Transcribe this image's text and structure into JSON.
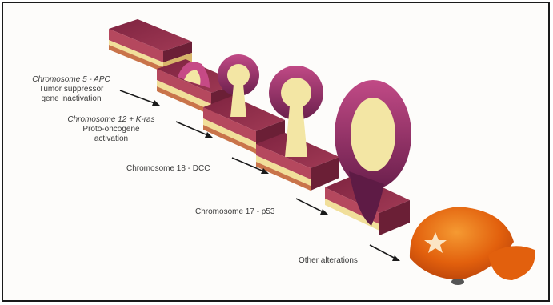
{
  "labels": {
    "step1": {
      "line1": "Chromosome 5 - APC",
      "line2": "Tumor suppressor",
      "line3": "gene inactivation"
    },
    "step2": {
      "line1": "Chromosome 12 + K-ras",
      "line2": "Proto-oncogene",
      "line3": "activation"
    },
    "step3": {
      "line1": "Chromosome 18 - DCC"
    },
    "step4": {
      "line1": "Chromosome 17 - p53"
    },
    "step5": {
      "line1": "Other alterations"
    }
  },
  "colors": {
    "tissue_top": "#8a2a44",
    "tissue_side": "#b5485e",
    "submucosa": "#f1df9a",
    "polyp": "#b43f7a",
    "polyp_core": "#f3e6a4",
    "tumor": "#e8640e",
    "arrow": "#1a1a1a"
  }
}
